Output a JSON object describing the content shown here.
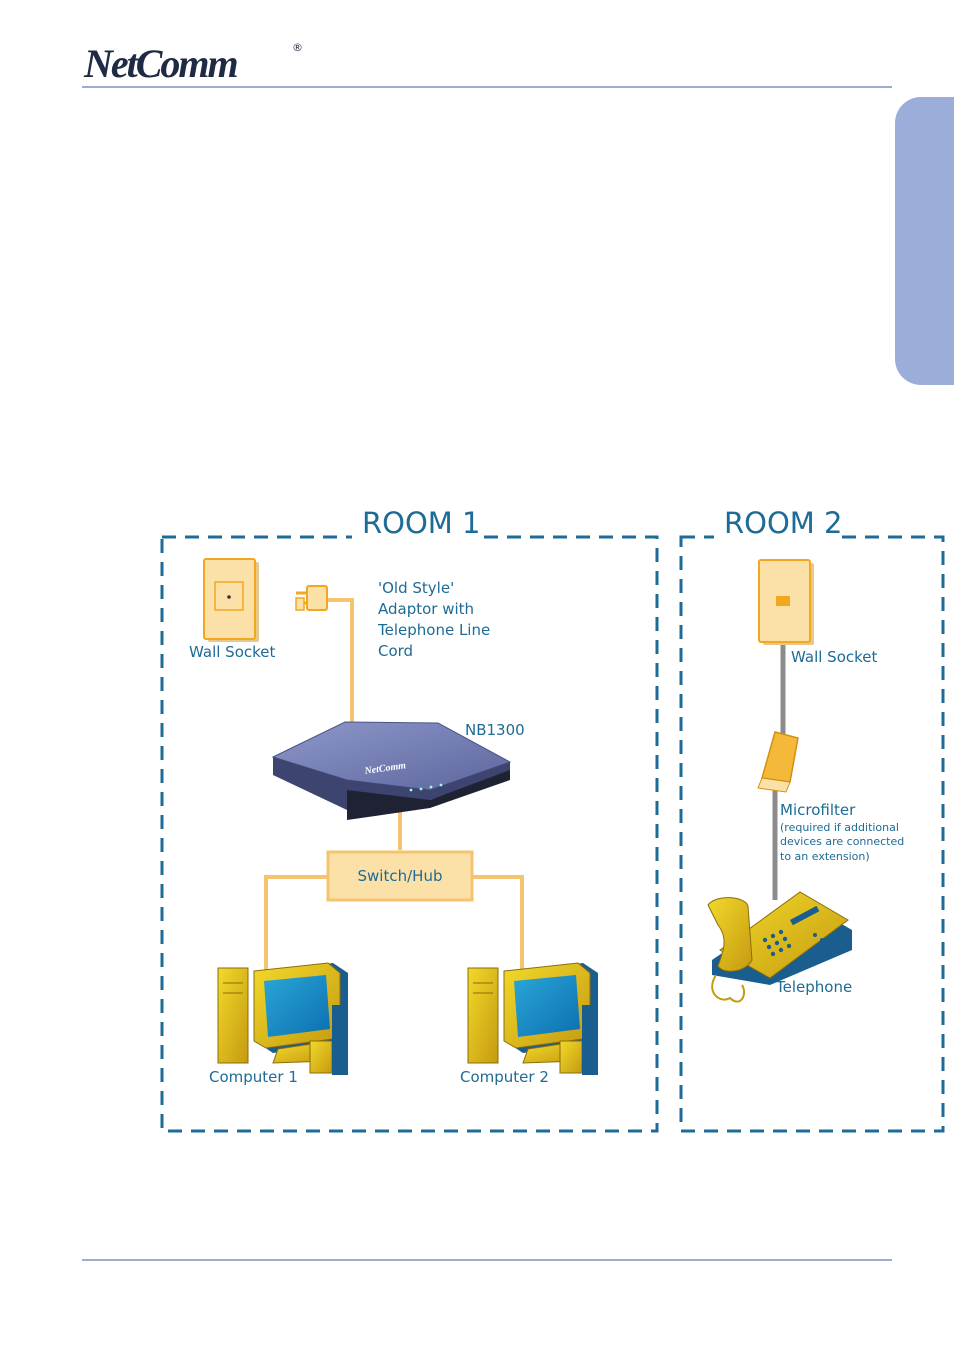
{
  "header": {
    "logo_text": "NetComm",
    "logo_mark": "®"
  },
  "rooms": [
    {
      "title": "ROOM 1"
    },
    {
      "title": "ROOM 2"
    }
  ],
  "room1": {
    "wall_socket_label": "Wall Socket",
    "adaptor_label_lines": [
      "'Old Style'",
      "Adaptor with",
      "Telephone Line",
      "Cord"
    ],
    "router_label": "NB1300",
    "router_brand": "NetComm",
    "switch_label": "Switch/Hub",
    "computer1_label": "Computer 1",
    "computer2_label": "Computer 2"
  },
  "room2": {
    "wall_socket_label": "Wall Socket",
    "microfilter_label": "Microfilter",
    "microfilter_note_lines": [
      "(required if additional",
      "devices are connected",
      "to an extension)"
    ],
    "telephone_label": "Telephone"
  },
  "colors": {
    "accent_blue": "#1d6b96",
    "cable_orange": "#f5c46e",
    "room_border": "#1d6b96",
    "header_rule": "#9aaed3",
    "side_tab": "#9aaed9",
    "device_fill": "#fbe0a8"
  }
}
